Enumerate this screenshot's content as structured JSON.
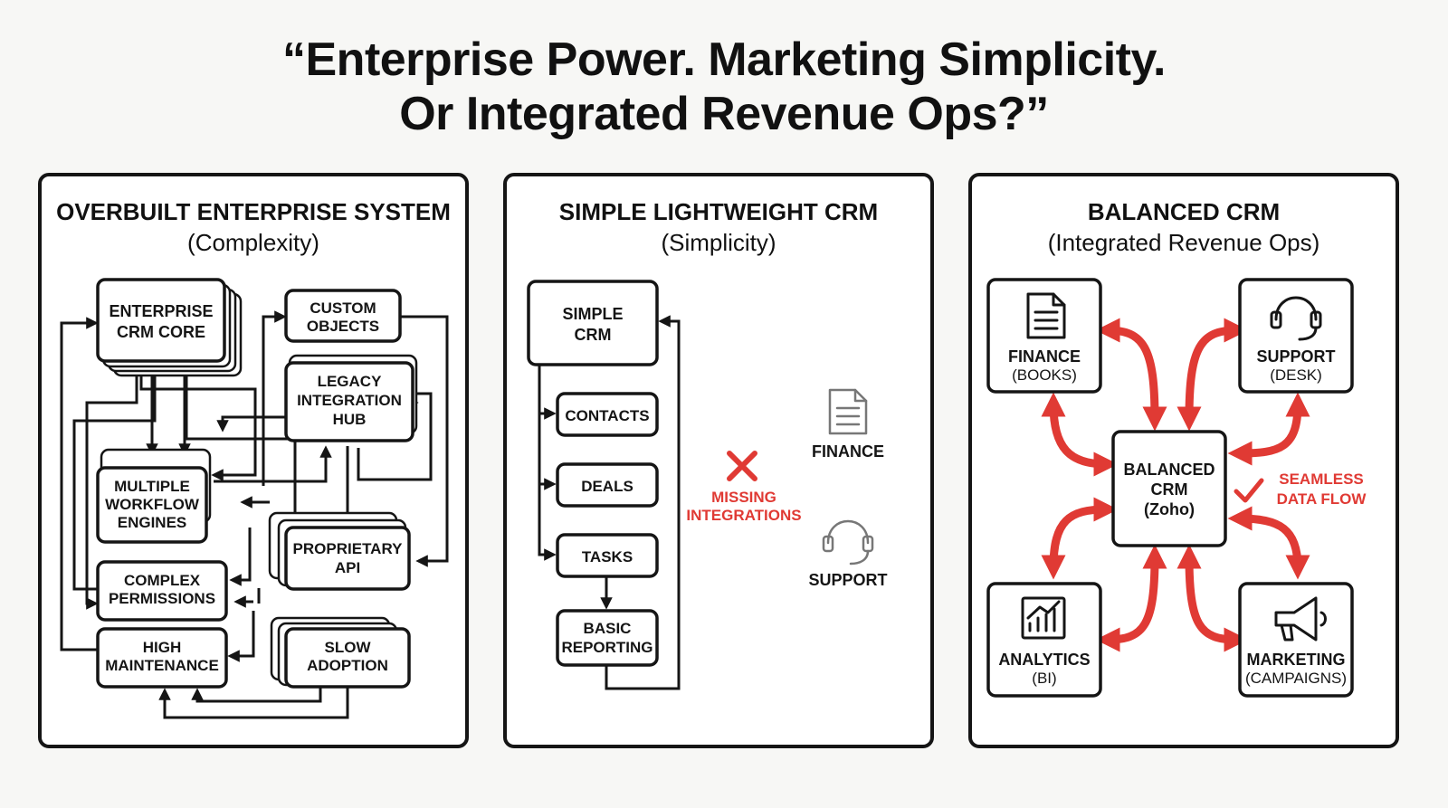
{
  "headline": {
    "line1": "“Enterprise Power. Marketing Simplicity.",
    "line2": "Or Integrated Revenue Ops?”"
  },
  "panels": [
    {
      "title": "OVERBUILT ENTERPRISE SYSTEM",
      "subtitle": "(Complexity)",
      "nodes": {
        "core": [
          "ENTERPRISE",
          "CRM CORE"
        ],
        "custom": [
          "CUSTOM",
          "OBJECTS"
        ],
        "legacy": [
          "LEGACY",
          "INTEGRATION",
          "HUB"
        ],
        "workflow": [
          "MULTIPLE",
          "WORKFLOW",
          "ENGINES"
        ],
        "api": [
          "PROPRIETARY",
          "API"
        ],
        "permissions": [
          "COMPLEX",
          "PERMISSIONS"
        ],
        "maintenance": [
          "HIGH",
          "MAINTENANCE"
        ],
        "adoption": [
          "SLOW",
          "ADOPTION"
        ]
      }
    },
    {
      "title": "SIMPLE LIGHTWEIGHT CRM",
      "subtitle": "(Simplicity)",
      "nodes": {
        "crm": [
          "SIMPLE",
          "CRM"
        ],
        "contacts": "CONTACTS",
        "deals": "DEALS",
        "tasks": "TASKS",
        "reporting": [
          "BASIC",
          "REPORTING"
        ]
      },
      "missing": [
        "MISSING",
        "INTEGRATIONS"
      ],
      "finance": "FINANCE",
      "support": "SUPPORT"
    },
    {
      "title": "BALANCED CRM",
      "subtitle": "(Integrated Revenue Ops)",
      "center": [
        "BALANCED",
        "CRM",
        "(Zoho)"
      ],
      "finance": {
        "label": "FINANCE",
        "sub": "(BOOKS)"
      },
      "support": {
        "label": "SUPPORT",
        "sub": "(DESK)"
      },
      "analytics": {
        "label": "ANALYTICS",
        "sub": "(BI)"
      },
      "marketing": {
        "label": "MARKETING",
        "sub": "(CAMPAIGNS)"
      },
      "seamless": [
        "SEAMLESS",
        "DATA FLOW"
      ]
    }
  ],
  "colors": {
    "accent": "#e03a34",
    "ink": "#151515",
    "background": "#f7f7f5"
  },
  "icons": [
    "document-icon",
    "headset-icon",
    "bar-chart-icon",
    "megaphone-icon",
    "x-mark-icon",
    "check-mark-icon"
  ]
}
